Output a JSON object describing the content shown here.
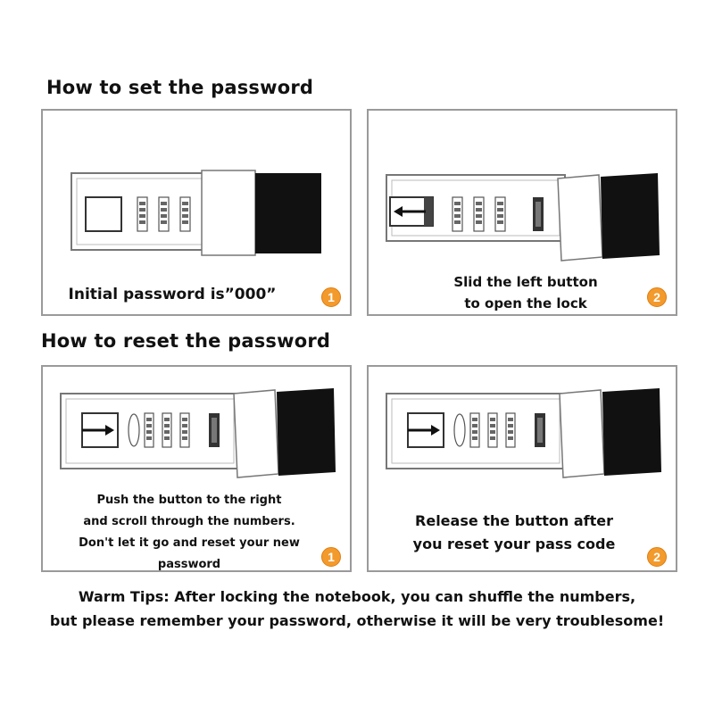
{
  "headings": {
    "set_password": "How to set the password",
    "reset_password": "How to reset the password"
  },
  "panels": {
    "set_1": {
      "caption": "Initial password is”000”",
      "step": "1"
    },
    "set_2": {
      "caption_lines": [
        "Slid the left button",
        "to open the lock"
      ],
      "step": "2"
    },
    "reset_1": {
      "caption_lines": [
        "Push the button to the right",
        "and scroll through the numbers.",
        "Don't let it go and reset your new password"
      ],
      "step": "1"
    },
    "reset_2": {
      "caption_lines": [
        "Release the button after",
        "you reset your pass code"
      ],
      "step": "2"
    }
  },
  "tips": {
    "line1": "Warm Tips: After locking the notebook, you can shuffle the numbers,",
    "line2": "but please remember your password, otherwise it will be very troublesome!"
  },
  "colors": {
    "badge": "#f39a2d",
    "border": "#9a9a9a",
    "strap": "#111111"
  },
  "icons": [
    "lock-illustration",
    "arrow-left-icon",
    "arrow-right-icon",
    "step-badge"
  ]
}
